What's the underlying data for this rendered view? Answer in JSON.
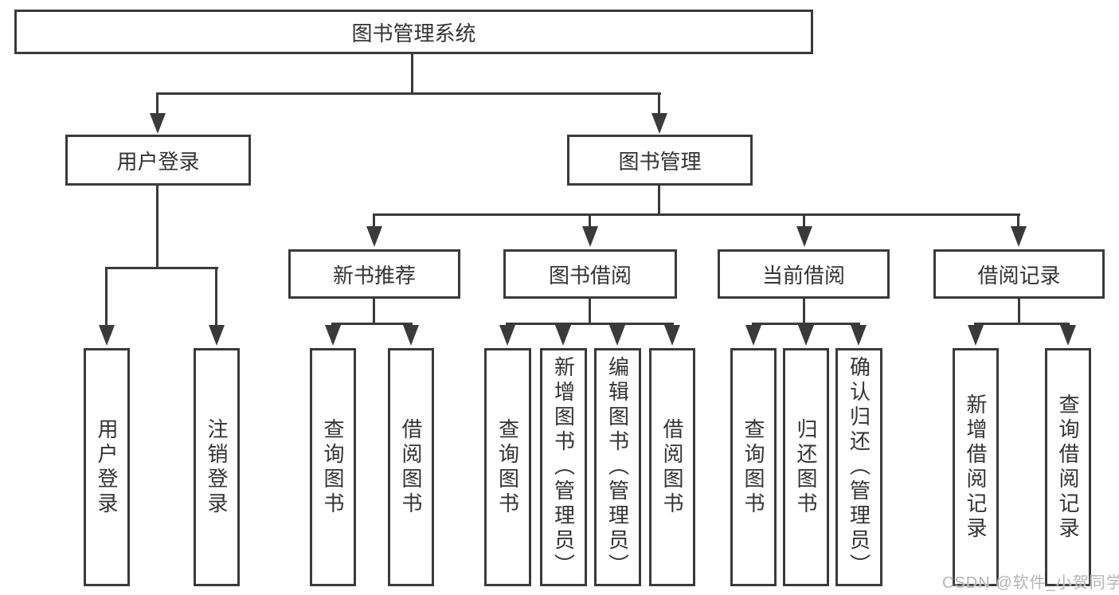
{
  "diagram": {
    "type": "function-structure-tree",
    "title": "图书管理系统",
    "branches": {
      "user_login": {
        "label": "用户登录",
        "children": [
          "用户登录",
          "注销登录"
        ]
      },
      "book_mgmt": {
        "label": "图书管理",
        "children": {
          "new_book_rec": {
            "label": "新书推荐",
            "children": [
              "查询图书",
              "借阅图书"
            ]
          },
          "book_borrow": {
            "label": "图书借阅",
            "children": [
              "查询图书",
              "新增图书（管理员）",
              "编辑图书（管理员）",
              "借阅图书"
            ]
          },
          "current_borrow": {
            "label": "当前借阅",
            "children": [
              "查询图书",
              "归还图书",
              "确认归还（管理员）"
            ]
          },
          "borrow_record": {
            "label": "借阅记录",
            "children": [
              "新增借阅记录",
              "查询借阅记录"
            ]
          }
        }
      }
    }
  },
  "watermark": {
    "text": "CSDN @软件_小贺同学"
  },
  "colors": {
    "line": "#3a3a3a",
    "text": "#333333",
    "watermark": "#b5b5b5",
    "background": "#ffffff",
    "box_fill": "#ffffff"
  }
}
